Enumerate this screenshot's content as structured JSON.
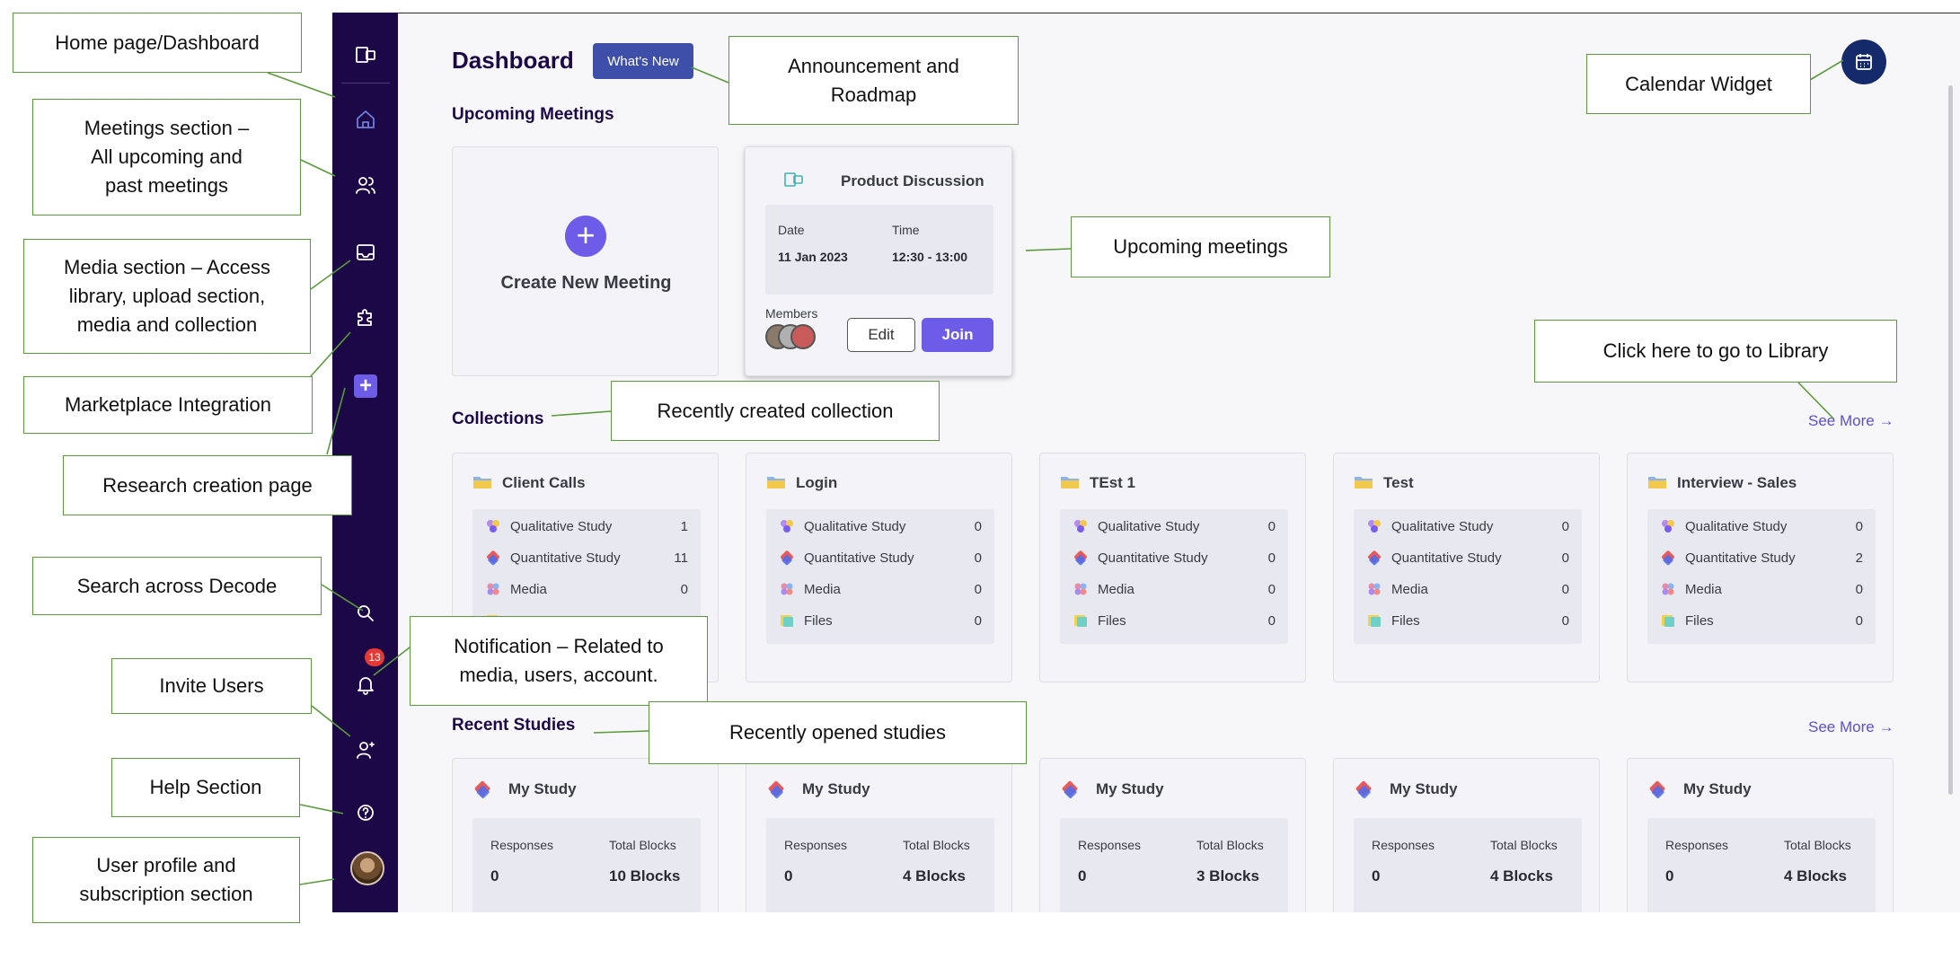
{
  "dashboard": {
    "title": "Dashboard",
    "whats_new": "What's New"
  },
  "sidebar": {
    "notification_badge": "13",
    "icons": [
      "logo-icon",
      "home-icon",
      "meetings-icon",
      "media-icon",
      "marketplace-icon",
      "add-research-icon",
      "search-icon",
      "bell-icon",
      "invite-user-icon",
      "help-icon",
      "avatar"
    ]
  },
  "upcoming": {
    "title": "Upcoming Meetings",
    "create_label": "Create New Meeting",
    "meeting": {
      "title": "Product Discussion",
      "date_label": "Date",
      "date": "11 Jan 2023",
      "time_label": "Time",
      "time": "12:30 - 13:00",
      "members_label": "Members",
      "edit": "Edit",
      "join": "Join"
    }
  },
  "collections": {
    "title": "Collections",
    "see_more": "See More",
    "items": [
      {
        "name": "Client Calls",
        "rows": [
          {
            "label": "Qualitative Study",
            "count": "1"
          },
          {
            "label": "Quantitative Study",
            "count": "11"
          },
          {
            "label": "Media",
            "count": "0"
          },
          {
            "label": "",
            "count": ""
          }
        ]
      },
      {
        "name": "Login",
        "rows": [
          {
            "label": "Qualitative Study",
            "count": "0"
          },
          {
            "label": "Quantitative Study",
            "count": "0"
          },
          {
            "label": "Media",
            "count": "0"
          },
          {
            "label": "Files",
            "count": "0"
          }
        ]
      },
      {
        "name": "TEst 1",
        "rows": [
          {
            "label": "Qualitative Study",
            "count": "0"
          },
          {
            "label": "Quantitative Study",
            "count": "0"
          },
          {
            "label": "Media",
            "count": "0"
          },
          {
            "label": "Files",
            "count": "0"
          }
        ]
      },
      {
        "name": "Test",
        "rows": [
          {
            "label": "Qualitative Study",
            "count": "0"
          },
          {
            "label": "Quantitative Study",
            "count": "0"
          },
          {
            "label": "Media",
            "count": "0"
          },
          {
            "label": "Files",
            "count": "0"
          }
        ]
      },
      {
        "name": "Interview - Sales",
        "rows": [
          {
            "label": "Qualitative Study",
            "count": "0"
          },
          {
            "label": "Quantitative Study",
            "count": "2"
          },
          {
            "label": "Media",
            "count": "0"
          },
          {
            "label": "Files",
            "count": "0"
          }
        ]
      }
    ]
  },
  "studies": {
    "title": "Recent Studies",
    "see_more": "See More",
    "responses_label": "Responses",
    "blocks_label": "Total Blocks",
    "items": [
      {
        "name": "My Study",
        "responses": "0",
        "blocks": "10 Blocks"
      },
      {
        "name": "My Study",
        "responses": "0",
        "blocks": "4 Blocks"
      },
      {
        "name": "My Study",
        "responses": "0",
        "blocks": "3 Blocks"
      },
      {
        "name": "My Study",
        "responses": "0",
        "blocks": "4 Blocks"
      },
      {
        "name": "My Study",
        "responses": "0",
        "blocks": "4 Blocks"
      }
    ]
  },
  "annotations": {
    "home": "Home page/Dashboard",
    "meetings": "Meetings section –\nAll upcoming and\npast meetings",
    "media": "Media section – Access\nlibrary, upload section,\nmedia and collection",
    "marketplace": "Marketplace Integration",
    "research": "Research creation page",
    "search": "Search across Decode",
    "notification": "Notification – Related to\nmedia, users, account.",
    "invite": "Invite Users",
    "help": "Help Section",
    "profile": "User profile and\nsubscription section",
    "announcement": "Announcement and\nRoadmap",
    "calendar": "Calendar Widget",
    "upcoming": "Upcoming meetings",
    "library": "Click here to go to Library",
    "collection": "Recently created collection",
    "studies": "Recently opened studies"
  },
  "colors": {
    "sidebar": "#1c0847",
    "accent": "#6c5ce7",
    "annotation_border": "#5a9a3a"
  }
}
